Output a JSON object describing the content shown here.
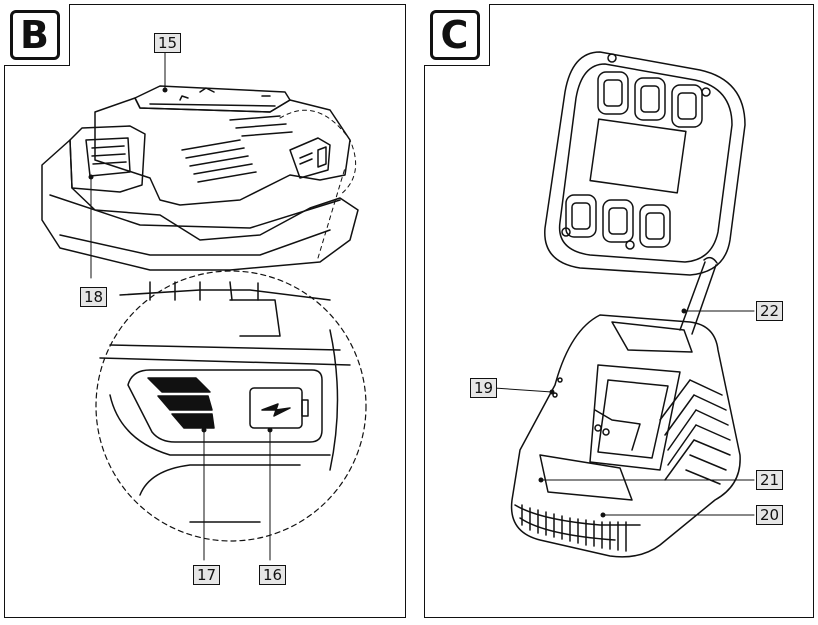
{
  "panels": [
    {
      "letter": "B",
      "callouts": [
        "15",
        "18",
        "17",
        "16"
      ]
    },
    {
      "letter": "C",
      "callouts": [
        "22",
        "19",
        "21",
        "20"
      ]
    }
  ]
}
